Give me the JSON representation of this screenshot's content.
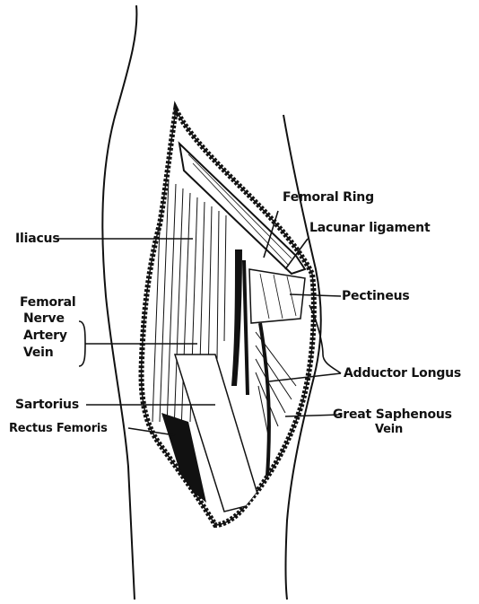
{
  "labels": {
    "femoral_ring": "Femoral Ring",
    "lacunar_ligament": "Lacunar ligament",
    "iliacus": "Iliacus",
    "pectineus": "Pectineus",
    "femoral": "Femoral",
    "nerve": "Nerve",
    "artery": "Artery",
    "vein_left": "Vein",
    "adductor_longus": "Adductor Longus",
    "sartorius": "Sartorius",
    "great_saphenous": "Great Saphenous",
    "vein_right": "Vein",
    "rectus_femoris": "Rectus Femoris"
  },
  "colors": {
    "ink": "#111111",
    "paper": "#ffffff"
  }
}
